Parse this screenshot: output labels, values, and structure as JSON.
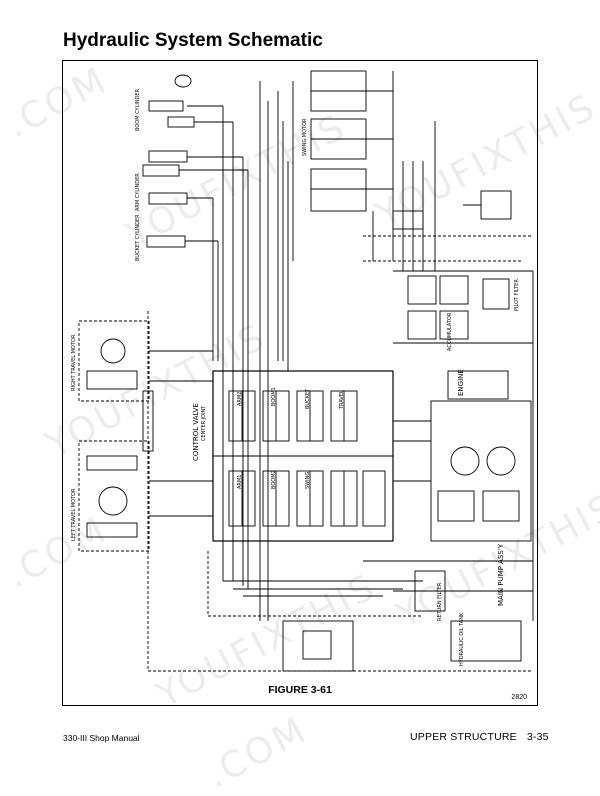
{
  "page": {
    "title": "Hydraulic System Schematic",
    "figure_caption": "FIGURE 3-61",
    "figure_number": "2820",
    "footer_left": "330-III Shop Manual",
    "footer_right_section": "UPPER STRUCTURE",
    "footer_right_page": "3-35"
  },
  "watermark": {
    "text_a": "YOUFIXTHIS",
    "text_b": ".COM"
  },
  "schematic": {
    "labels": {
      "control_valve": "CONTROL VALVE",
      "right_travel_motor": "RIGHT TRAVEL MOTOR",
      "left_travel_motor": "LEFT TRAVEL MOTOR",
      "main_pump_assy": "MAIN PUMP ASS'Y",
      "engine": "ENGINE",
      "hydraulic_oil_tank": "HYDRAULIC OIL TANK",
      "arm2": "ARM2",
      "arm1": "ARM1",
      "boom2": "BOOM2",
      "boom1": "BOOM1",
      "swing": "SWING",
      "bucket": "BUCKET",
      "travel": "TRAVEL",
      "boom_cylinder": "BOOM CYLINDER",
      "arm_cylinder": "ARM CYLINDER",
      "bucket_cylinder": "BUCKET CYLINDER",
      "swing_motor": "SWING MOTOR",
      "accumulator": "ACCUMULATOR",
      "pilot_filter": "PILOT FILTER",
      "return_filter": "RETURN FILTER",
      "center_joint": "CENTER JOINT"
    }
  }
}
